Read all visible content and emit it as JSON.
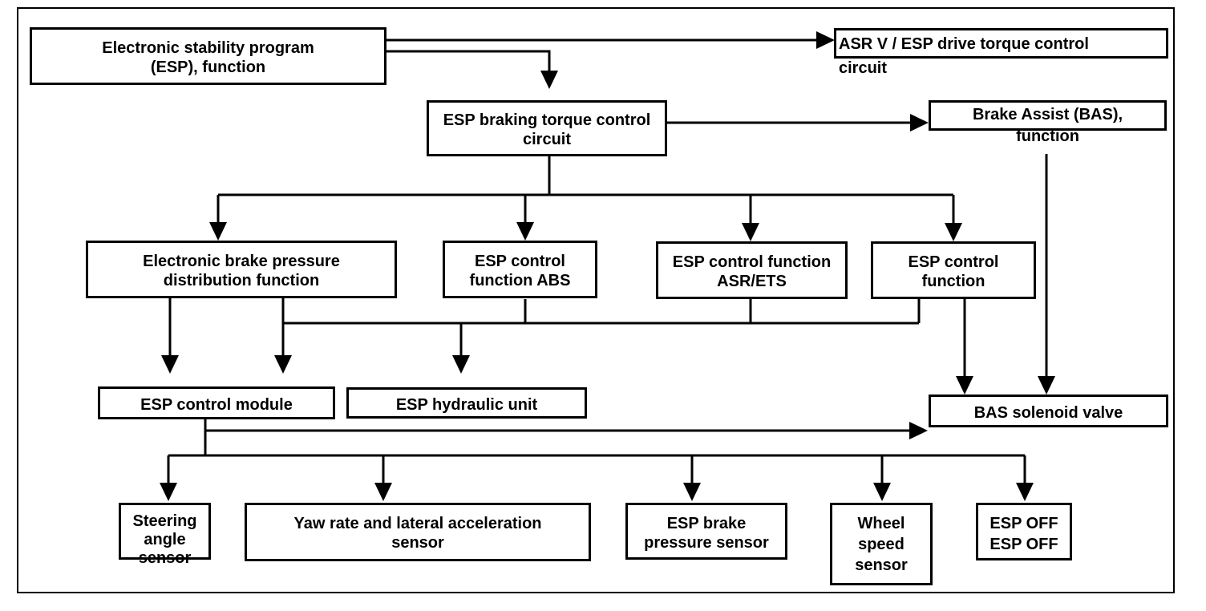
{
  "colors": {
    "ink": "#000000",
    "background": "#ffffff"
  },
  "nodes": {
    "esp_function": {
      "label": "Electronic stability program\n(ESP), function"
    },
    "asr_v_circuit": {
      "label": "ASR V / ESP drive torque control\ncircuit"
    },
    "esp_braking_circuit": {
      "label": "ESP braking torque control\ncircuit"
    },
    "brake_assist": {
      "label": "Brake Assist (BAS),\nfunction"
    },
    "brake_pressure_dist": {
      "label": "Electronic brake pressure\ndistribution function"
    },
    "control_function_abs": {
      "label": "ESP control\nfunction ABS"
    },
    "control_function_asr": {
      "label": "ESP control function\nASR/ETS"
    },
    "control_function": {
      "label": "ESP control\nfunction"
    },
    "control_module": {
      "label": "ESP control module"
    },
    "hydraulic_unit": {
      "label": "ESP hydraulic unit"
    },
    "bas_solenoid_valve": {
      "label": "BAS solenoid valve"
    },
    "steering_angle_sensor": {
      "label": "Steering\nangle\nsensor"
    },
    "yaw_sensor": {
      "label": "Yaw rate and lateral acceleration\nsensor"
    },
    "brake_pressure_sensor": {
      "label": "ESP brake\npressure sensor"
    },
    "wheel_speed_sensor": {
      "label": "Wheel\nspeed\nsensor"
    },
    "esp_off_switch": {
      "label": "ESP OFF\nESP OFF"
    }
  },
  "edges": [
    {
      "from": "esp_function",
      "to": "asr_v_circuit"
    },
    {
      "from": "esp_function",
      "to": "esp_braking_circuit"
    },
    {
      "from": "esp_braking_circuit",
      "to": "brake_assist"
    },
    {
      "from": "esp_braking_circuit",
      "to": "brake_pressure_dist"
    },
    {
      "from": "esp_braking_circuit",
      "to": "control_function_abs"
    },
    {
      "from": "esp_braking_circuit",
      "to": "control_function_asr"
    },
    {
      "from": "esp_braking_circuit",
      "to": "control_function"
    },
    {
      "from": "brake_pressure_dist",
      "to": "control_module"
    },
    {
      "from": "brake_pressure_dist",
      "to": "hydraulic_unit"
    },
    {
      "from": "control_function_abs",
      "to": "hydraulic_unit"
    },
    {
      "from": "control_function_asr",
      "to": "hydraulic_unit"
    },
    {
      "from": "control_function",
      "to": "hydraulic_unit"
    },
    {
      "from": "control_function",
      "to": "bas_solenoid_valve"
    },
    {
      "from": "brake_assist",
      "to": "bas_solenoid_valve"
    },
    {
      "from": "control_module",
      "to": "bas_solenoid_valve"
    },
    {
      "from": "control_module",
      "to": "steering_angle_sensor"
    },
    {
      "from": "control_module",
      "to": "yaw_sensor"
    },
    {
      "from": "control_module",
      "to": "brake_pressure_sensor"
    },
    {
      "from": "control_module",
      "to": "wheel_speed_sensor"
    },
    {
      "from": "control_module",
      "to": "esp_off_switch"
    }
  ]
}
